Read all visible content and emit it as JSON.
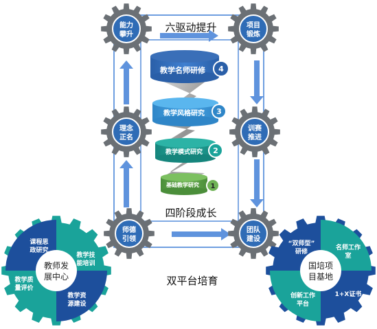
{
  "labels": {
    "top_title": "六驱动提升",
    "middle_title": "四阶段成长",
    "bottom_title": "双平台培育"
  },
  "gears": {
    "ability": {
      "line1": "能力",
      "line2": "攀升"
    },
    "project": {
      "line1": "项目",
      "line2": "锻炼"
    },
    "concept": {
      "line1": "理念",
      "line2": "正名"
    },
    "competition": {
      "line1": "训赛",
      "line2": "推进"
    },
    "ethics": {
      "line1": "师德",
      "line2": "引领"
    },
    "team": {
      "line1": "团队",
      "line2": "建设"
    }
  },
  "stages": [
    {
      "num": "1",
      "label": "基础教学研究"
    },
    {
      "num": "2",
      "label": "教学模式研究"
    },
    {
      "num": "3",
      "label": "教学风格研究"
    },
    {
      "num": "4",
      "label": "教学名师研修"
    }
  ],
  "left_platform": {
    "center": [
      "教师发",
      "展中心"
    ],
    "segments": [
      [
        "课程思",
        "政研究"
      ],
      [
        "教学技",
        "能培训"
      ],
      [
        "教学资",
        "源建设"
      ],
      [
        "教学质",
        "量评价"
      ]
    ]
  },
  "right_platform": {
    "center": [
      "国培项",
      "目基地"
    ],
    "segments": [
      [
        "“双师型”",
        "研修"
      ],
      [
        "名师工作",
        "室"
      ],
      [
        "1+X证书"
      ],
      [
        "创新工作",
        "平台"
      ]
    ]
  },
  "colors": {
    "gear_gray": "#6b7075",
    "gear_blue": "#2f6cb6",
    "frame_blue": "#4a86d8",
    "arrow_blue": "#5f93dd",
    "teal": "#1aa39a",
    "navy": "#1d4f9c"
  }
}
